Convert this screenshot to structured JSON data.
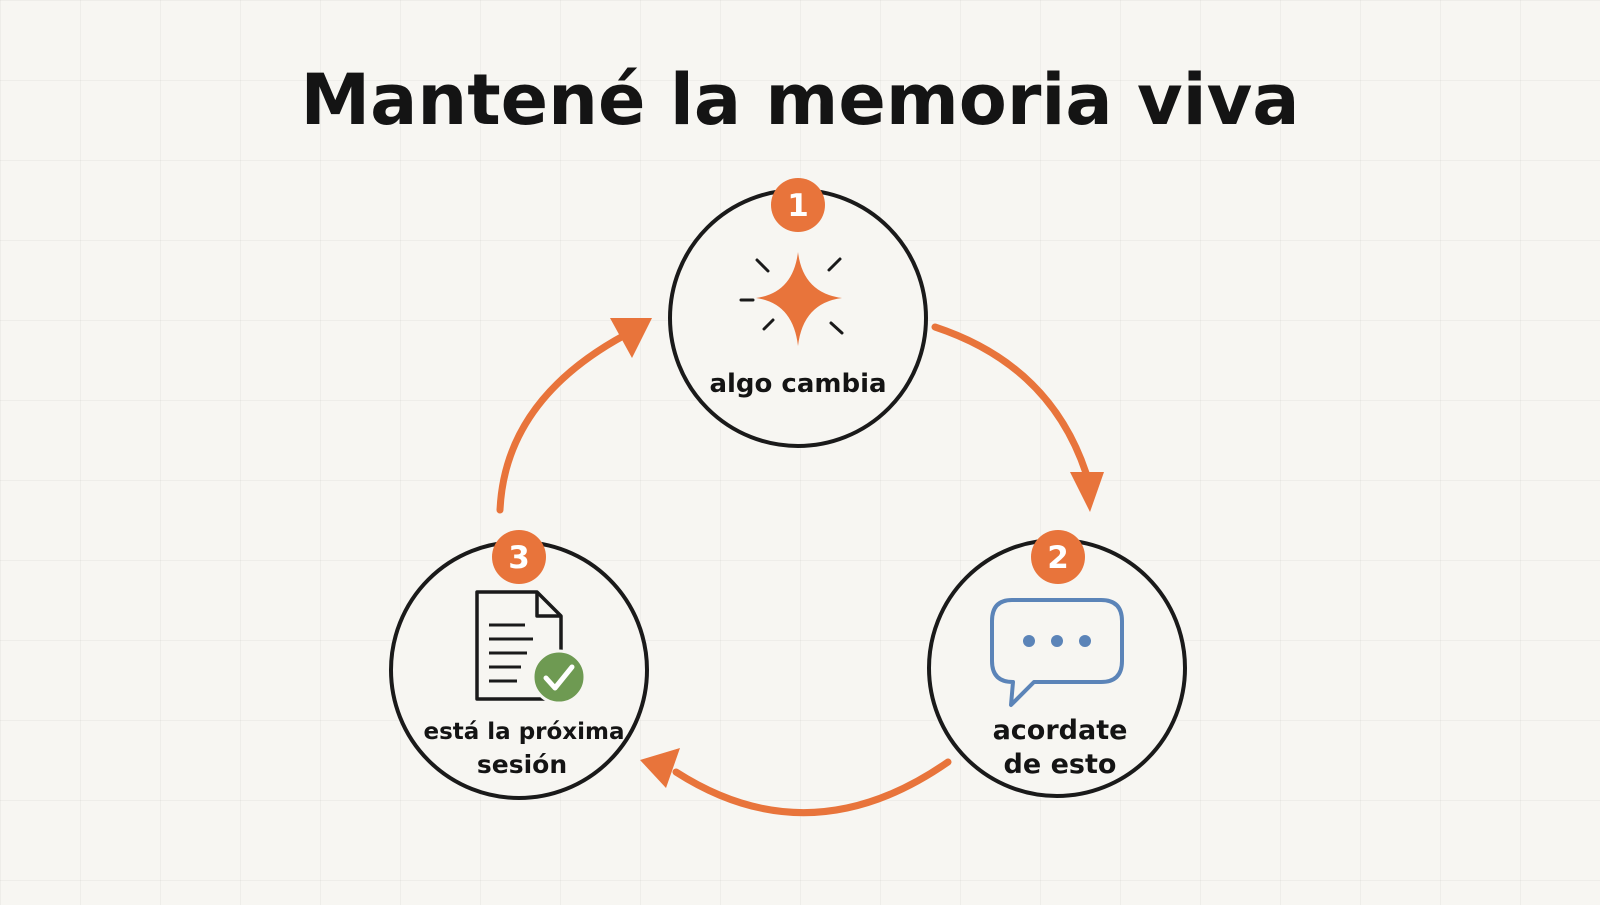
{
  "title": "Mantené la memoria viva",
  "steps": [
    {
      "number": "1",
      "label_lines": [
        "algo cambia"
      ],
      "icon": "sparkle-icon"
    },
    {
      "number": "2",
      "label_lines": [
        "acordate",
        "de esto"
      ],
      "icon": "speech-bubble-icon"
    },
    {
      "number": "3",
      "label_lines": [
        "está la próxima",
        "sesión"
      ],
      "icon": "document-check-icon"
    }
  ],
  "colors": {
    "accent": "#e8743b",
    "circle_stroke": "#1a1a1a",
    "text": "#141414",
    "bubble": "#5b84b8",
    "check": "#6e9a52",
    "background": "#f7f6f2"
  }
}
